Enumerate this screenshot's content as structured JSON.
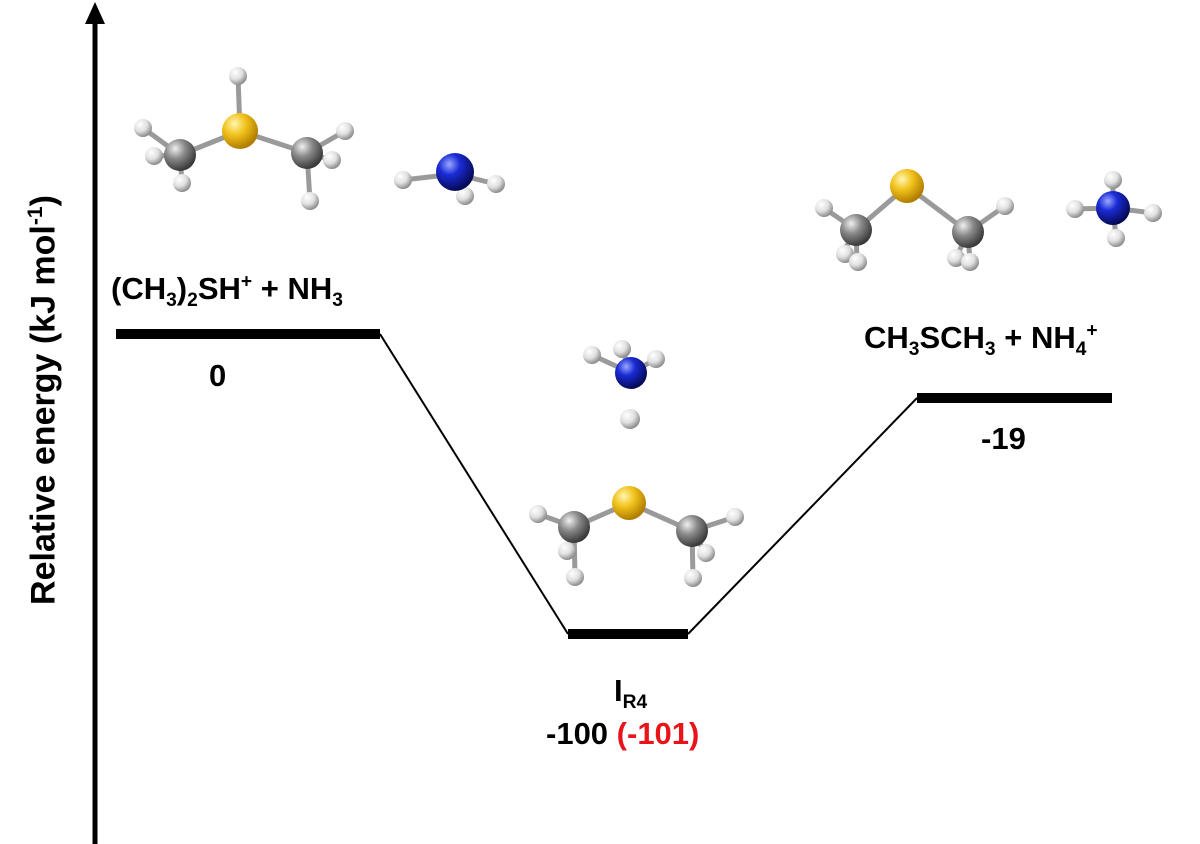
{
  "axis": {
    "label_main": "Relative energy (kJ mol",
    "label_sup": "-1",
    "label_close": ")"
  },
  "levels": [
    {
      "id": "reactants",
      "energy": 0,
      "energy_label": "0",
      "species": {
        "p1": "(CH",
        "s1": "3",
        "p2": ")",
        "s2": "2",
        "p3": "SH",
        "sup": "+",
        "p4": " + NH",
        "s3": "3"
      }
    },
    {
      "id": "intermediate",
      "energy": -100,
      "energy_label": "-100",
      "alt_energy_label": "(-101)",
      "species": {
        "main": "I",
        "sub": "R4"
      }
    },
    {
      "id": "products",
      "energy": -19,
      "energy_label": "-19",
      "species": {
        "p1": "CH",
        "s1": "3",
        "p2": "SCH",
        "s2": "3",
        "p3": " + NH",
        "s3": "4",
        "sup": "+"
      }
    }
  ],
  "colors": {
    "sulfur": "#f2c21c",
    "nitrogen": "#1a2bd6",
    "carbon": "#8a8a8a",
    "hydrogen": "#e6e6e6",
    "highlight": "#e8141a"
  }
}
